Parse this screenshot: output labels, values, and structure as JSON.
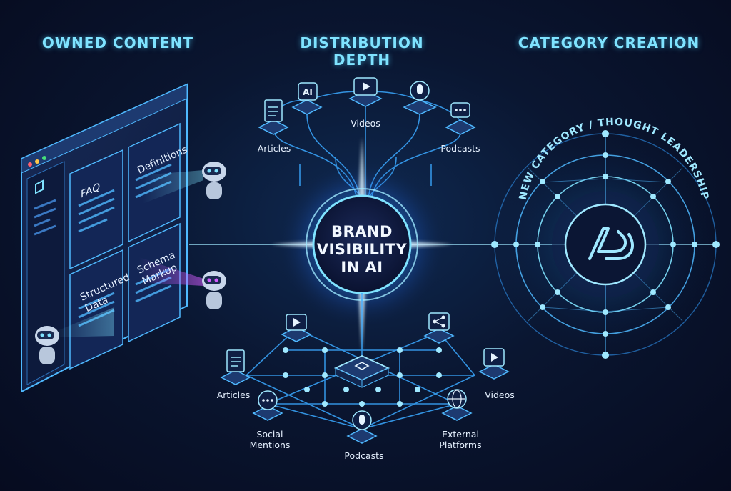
{
  "headings": {
    "owned": "OWNED CONTENT",
    "distribution": "DISTRIBUTION DEPTH",
    "category": "CATEGORY CREATION"
  },
  "core": {
    "line1": "BRAND",
    "line2": "VISIBILITY",
    "line3": "IN AI"
  },
  "owned_panels": {
    "faq": "FAQ",
    "definitions": "Definitions",
    "structured_1": "Structured",
    "structured_2": "Data",
    "schema_1": "Schema",
    "schema_2": "Markup"
  },
  "top_channels": {
    "articles": "Articles",
    "videos": "Videos",
    "podcasts": "Podcasts",
    "ai_badge": "AI"
  },
  "bottom_channels": {
    "articles": "Articles",
    "videos": "Videos",
    "social_1": "Social",
    "social_2": "Mentions",
    "podcasts": "Podcasts",
    "external_1": "External",
    "external_2": "Platforms"
  },
  "category_ring": {
    "arc_text": "NEW CATEGORY / THOUGHT LEADERSHIP"
  },
  "colors": {
    "accent_cyan": "#7fe3ff",
    "glow_blue": "#3aa8ff",
    "magenta": "#d35cff",
    "background": "#070d22"
  }
}
